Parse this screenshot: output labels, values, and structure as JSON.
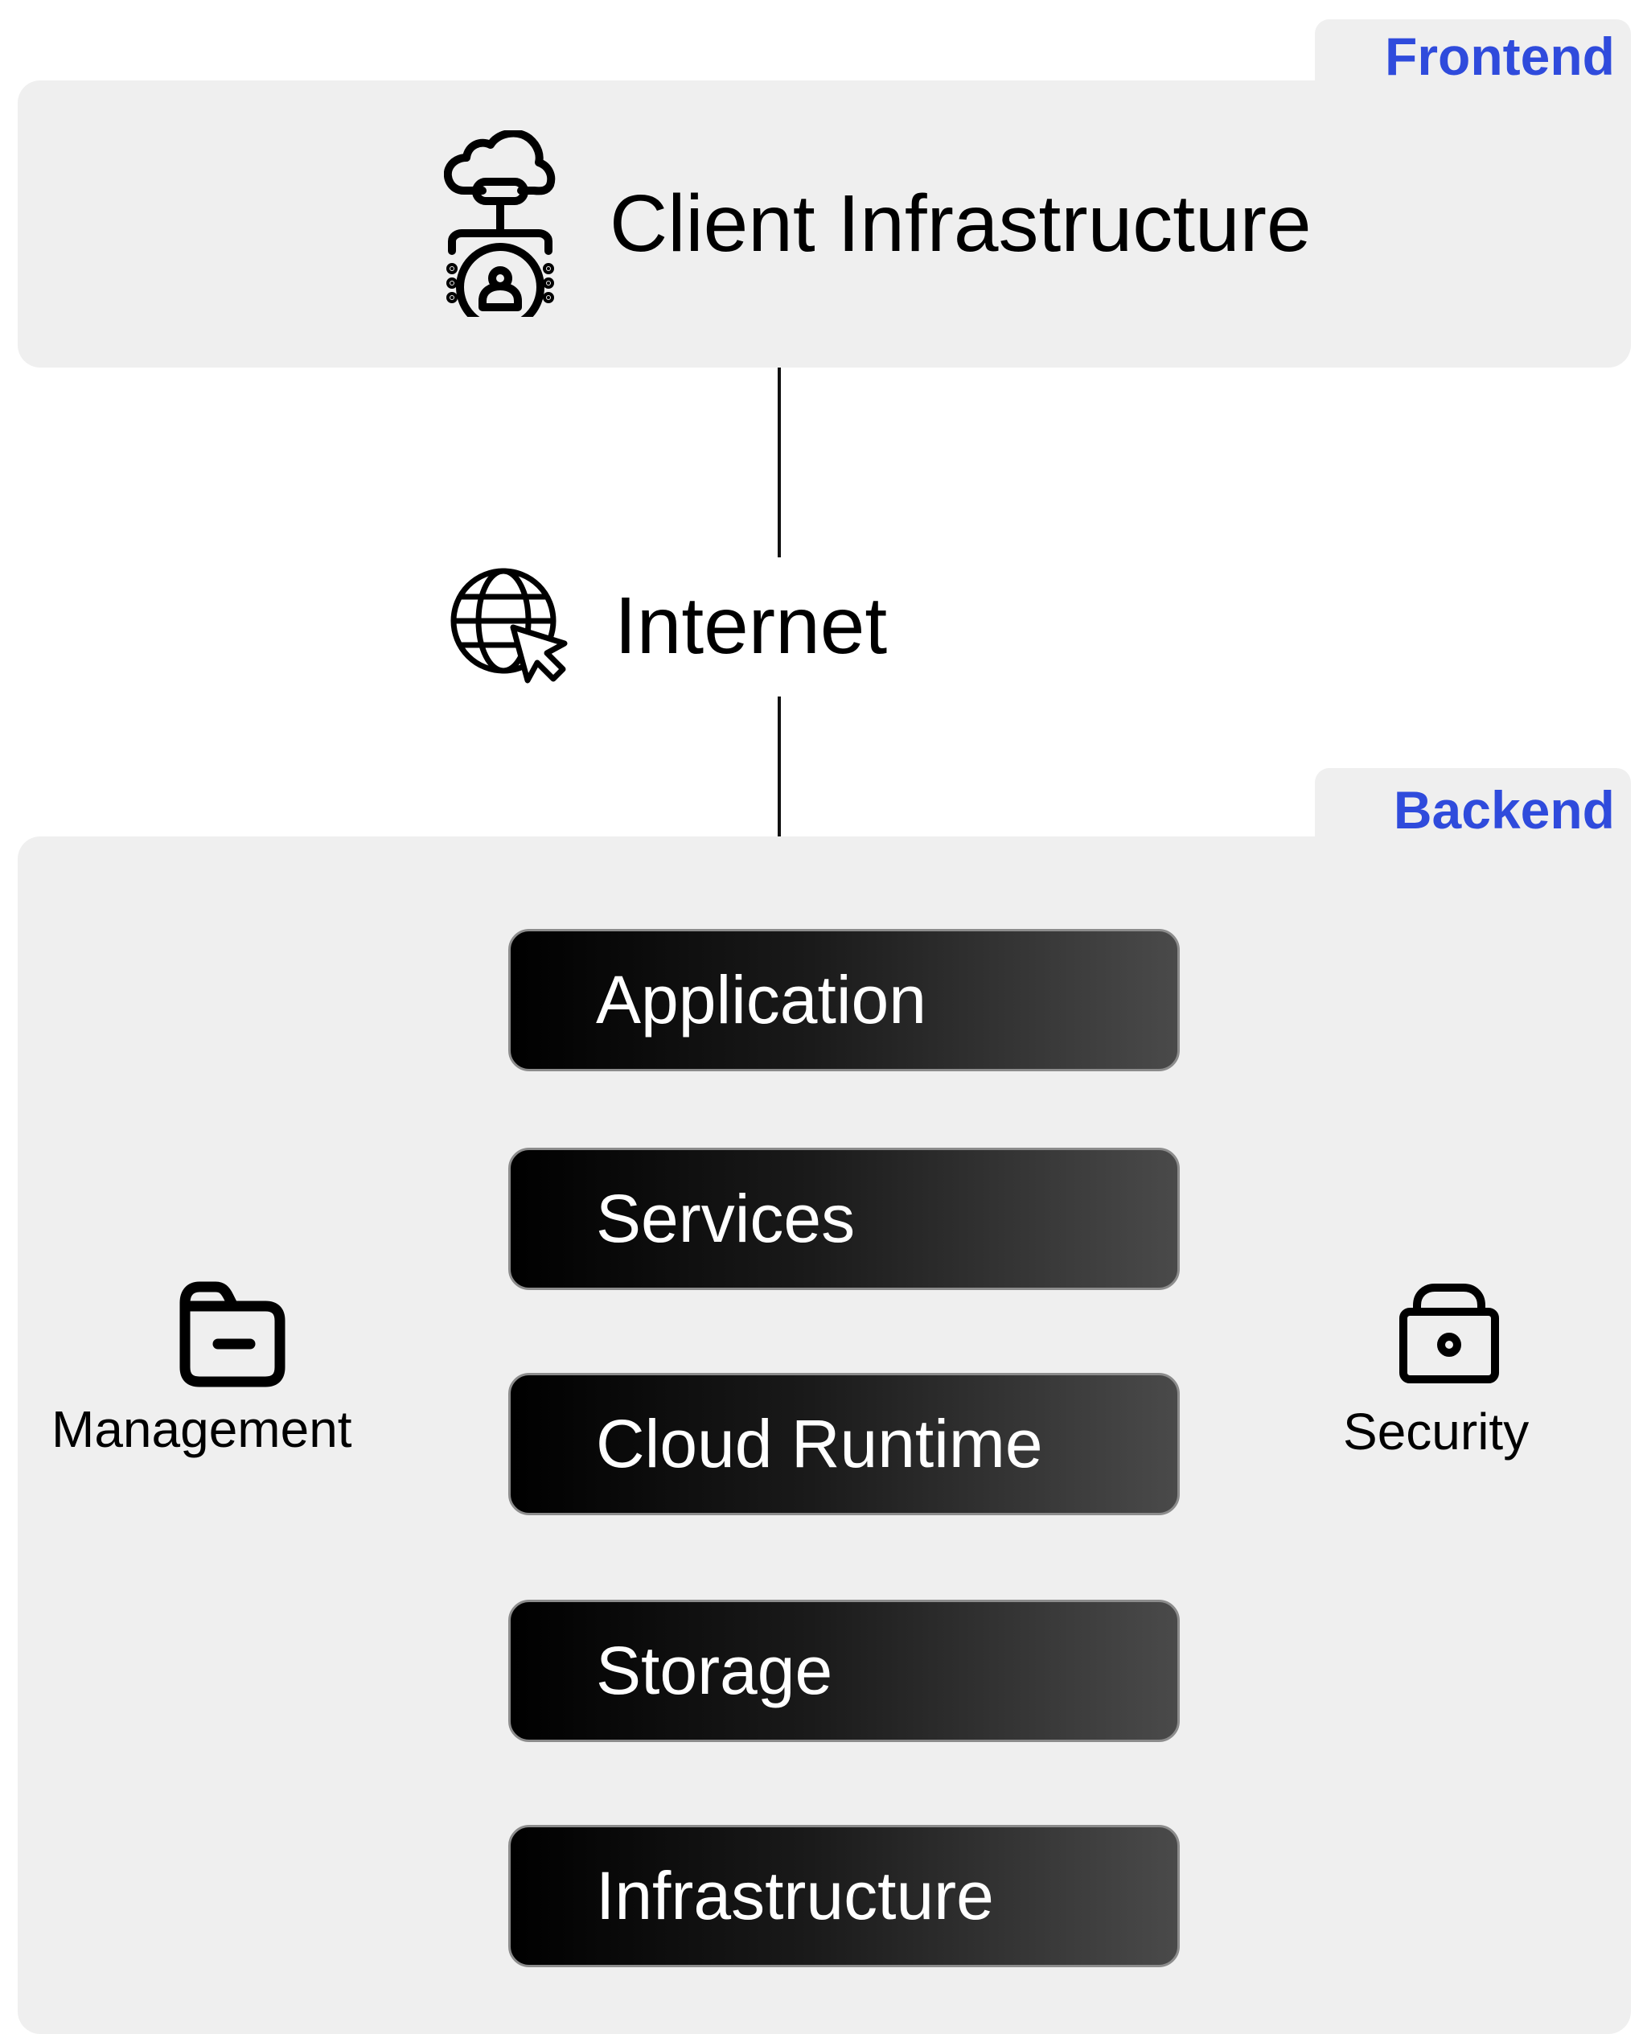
{
  "frontend": {
    "tab_label": "Frontend",
    "title": "Client Infrastructure",
    "icon": "cloud-user-network-icon"
  },
  "internet": {
    "label": "Internet",
    "icon": "globe-cursor-icon"
  },
  "backend": {
    "tab_label": "Backend",
    "layers": [
      {
        "label": "Application"
      },
      {
        "label": "Services"
      },
      {
        "label": "Cloud Runtime"
      },
      {
        "label": "Storage"
      },
      {
        "label": "Infrastructure"
      }
    ],
    "management": {
      "label": "Management",
      "icon": "folder-minus-icon"
    },
    "security": {
      "label": "Security",
      "icon": "lock-icon"
    }
  },
  "colors": {
    "accent": "#2f4bdc",
    "panel": "#efefef",
    "layer_gradient_start": "#000000",
    "layer_gradient_end": "#4a4a4a"
  }
}
